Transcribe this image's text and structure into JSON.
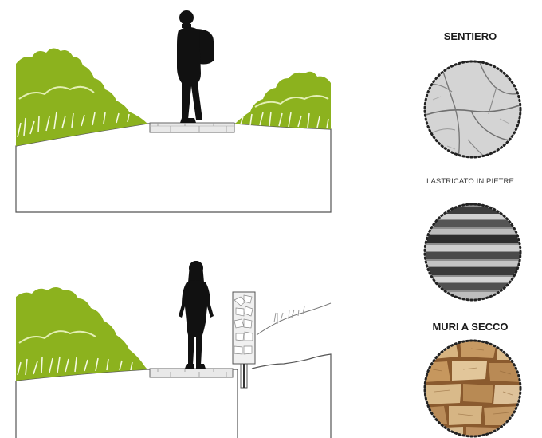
{
  "legend": {
    "sentiero_title": "SENTIERO",
    "lastricato_caption": "LASTRICATO IN PIETRE",
    "muri_title": "MURI A SECCO"
  },
  "colors": {
    "vegetation": "#8cb21e",
    "vegetation_highlight": "#e3efb4",
    "silhouette": "#111111",
    "ground_line": "#555555",
    "swatch_border": "#222222"
  }
}
